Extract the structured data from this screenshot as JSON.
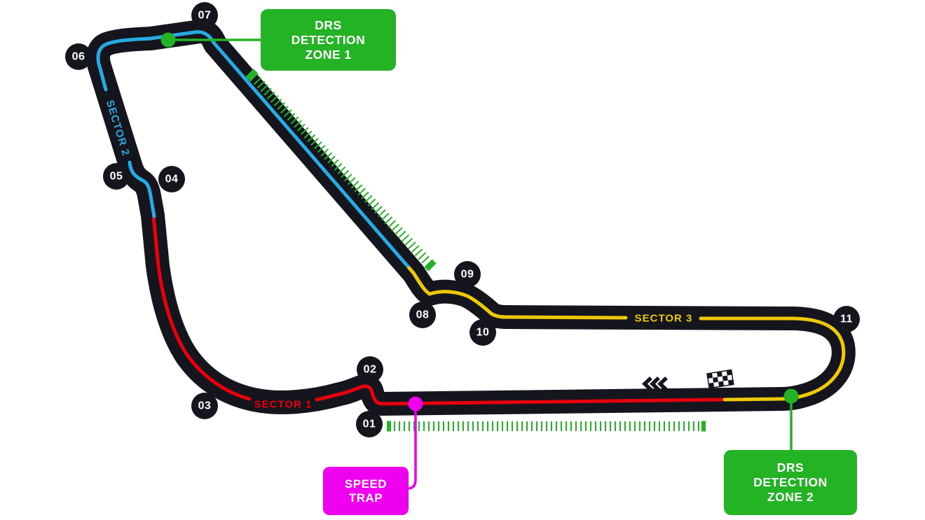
{
  "circuit": {
    "turns": [
      "01",
      "02",
      "03",
      "04",
      "05",
      "06",
      "07",
      "08",
      "09",
      "10",
      "11"
    ],
    "sectors": {
      "sector1": {
        "label": "SECTOR 1",
        "color": "#E8000D"
      },
      "sector2": {
        "label": "SECTOR 2",
        "color": "#27ABE2"
      },
      "sector3": {
        "label": "SECTOR 3",
        "color": "#EFC908"
      }
    },
    "track_color": "#15151E",
    "drs_green": "#24B324",
    "speed_trap_magenta": "#EE00EE",
    "callouts": {
      "drs_detection_zone_1": {
        "lines": [
          "DRS",
          "DETECTION",
          "ZONE 1"
        ]
      },
      "drs_detection_zone_2": {
        "lines": [
          "DRS",
          "DETECTION",
          "ZONE 2"
        ]
      },
      "speed_trap": {
        "lines": [
          "SPEED",
          "TRAP"
        ]
      }
    },
    "icons": {
      "start_finish": "checkered-flag",
      "race_direction": "chevrons-left"
    }
  }
}
